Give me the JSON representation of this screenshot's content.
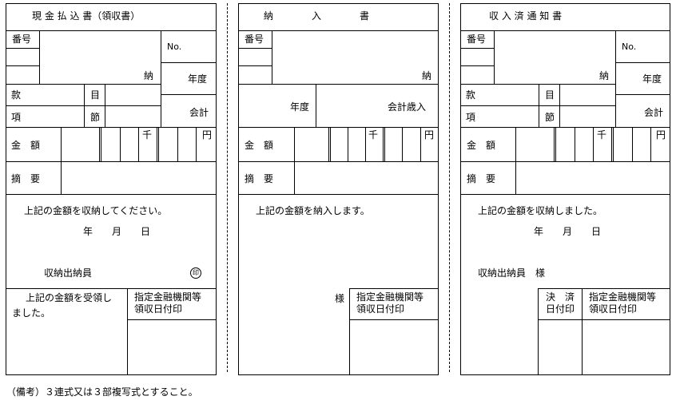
{
  "form1": {
    "title": "現 金 払 込 書（領収書）",
    "bango": "番号",
    "no": "No.",
    "nou": "納",
    "nendo": "年度",
    "kan": "款",
    "moku": "目",
    "kaikei": "会計",
    "kou": "項",
    "setsu": "節",
    "kingaku": "金　額",
    "sen": "千",
    "en": "円",
    "tekiyo": "摘　要",
    "body_text": "上記の金額を収納してください。",
    "date": "年　　月　　日",
    "clerk": "収納出納員",
    "seal": "印",
    "receipt_line1": "上記の金額を受領し",
    "receipt_line2": "ました。",
    "bank_line1": "指定金融機関等",
    "bank_line2": "領収日付印"
  },
  "form2": {
    "title": "納　　　　入　　　　書",
    "bango": "番号",
    "nou": "納",
    "nendo": "年度",
    "saiin": "会計歳入",
    "kingaku": "金　額",
    "sen": "千",
    "en": "円",
    "tekiyo": "摘　要",
    "body_text": "上記の金額を納入します。",
    "sama": "様",
    "bank_line1": "指定金融機関等",
    "bank_line2": "領収日付印"
  },
  "form3": {
    "title": "収 入 済 通 知 書",
    "bango": "番号",
    "no": "No.",
    "nou": "納",
    "nendo": "年度",
    "kan": "款",
    "moku": "目",
    "kaikei": "会計",
    "kou": "項",
    "setsu": "節",
    "kingaku": "金　額",
    "sen": "千",
    "en": "円",
    "tekiyo": "摘　要",
    "body_text": "上記の金額を収納しました。",
    "date": "年　　月　　日",
    "clerk": "収納出納員　様",
    "kessai_line1": "決　済",
    "kessai_line2": "日付印",
    "bank_line1": "指定金融機関等",
    "bank_line2": "領収日付印"
  },
  "footnote": "（備考）３連式又は３部複写式とすること。"
}
